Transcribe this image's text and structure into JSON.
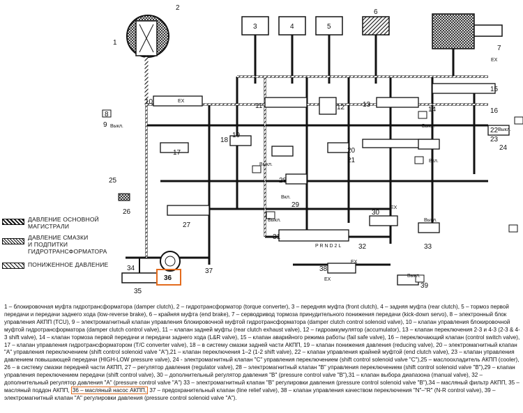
{
  "diagram": {
    "component_numbers": [
      "1",
      "2",
      "3",
      "4",
      "5",
      "6",
      "7",
      "8",
      "9",
      "10",
      "11",
      "12",
      "13",
      "14",
      "15",
      "16",
      "17",
      "18",
      "19",
      "20",
      "21",
      "22",
      "23",
      "24",
      "25",
      "26",
      "27",
      "28",
      "29",
      "30",
      "31",
      "32",
      "33",
      "34",
      "35",
      "36",
      "37",
      "38",
      "39"
    ],
    "valve_labels": {
      "vykl": "Выкл.",
      "vkl": "Вкл.",
      "ex": "EX",
      "prndl": "P R N D 2 L"
    },
    "highlighted_component": "36",
    "highlight_color": "#e36b1d"
  },
  "legend": {
    "items": [
      {
        "pattern": "hatch-dense",
        "lines": [
          "ДАВЛЕНИЕ ОСНОВНОЙ",
          "МАГИСТРАЛИ"
        ]
      },
      {
        "pattern": "crosshatch",
        "lines": [
          "ДАВЛЕНИЕ СМАЗКИ",
          "И ПОДПИТКИ",
          "ГИДРОТРАНСФОРМАТОРА"
        ]
      },
      {
        "pattern": "hatch-sparse",
        "lines": [
          "ПОНИЖЕННОЕ ДАВЛЕНИЕ"
        ]
      }
    ]
  },
  "caption": {
    "before_highlight": "1 – блокировочная муфта гидротрансформатора (damper clutch), 2 – гидротрансформатор (torque converter), 3 – передняя муфта (front clutch), 4 – задняя муфта (rear clutch), 5 – тормоз первой передачи и передачи заднего хода (low-reverse brake), 6 – крайняя муфта (end brake), 7 – серводривод тормоза принудительного понижения передачи (kick-down servo), 8 – электронный блок управления АКПП (TCU), 9 – электромагнитный клапан управления блокировочной муфтой гидротрансформатора (damper clutch control solenoid valve), 10 – клапан управления блокировочной муфтой гидротрансформатора (damper clutch control valve), 11 – клапан задней муфты (rear clutch exhaust valve), 12 – гидроаккумулятор (accumulator), 13 – клапан переключения 2-3 и 4-3 (2-3 & 4-3 shift valve), 14 – клапан тормоза первой передачи и передачи заднего хода (L&R valve), 15 – клапан аварийного режима работы (fail safe valve), 16 – переключающий клапан (control switch valve), 17 – клапан управления гидротрансформатором (T/C converter valve), 18 – в систему смазки задней части АКПП, 19 – клапан понижения давления (reducing valve), 20 – электромагнитный клапан \"A\" управления переключением (shift control solenoid valve \"A\"),21 – клапан переключения 1–2 (1-2 shift valve), 22 – клапан управления крайней муфтой (end clutch valve), 23 – клапан управления давлением повышающей передачи (HIGH-LOW pressure valve), 24 - электромагнитный клапан \"C\" управления переключением (shift control solenoid valve \"C\"),25 – маслоохладитель АКПП (cooler), 26 – в систему смазки передней части АКПП, 27 – регулятор давления (regulator valve), 28 – электромагнитный клапан \"B\" управления переключением (shift control solenoid valve \"B\"),29 – клапан управления переключением передачи (shift control valve), 30 – дополнительный регулятор давления \"B\" (pressure control valve \"B\"),31 – клапан выбора диапазона (manual valve), 32 – дополнительный регулятор давления \"A\" (pressure control valve \"A\") 33 – электромагнитный клапан \"B\" регулировки давления (pressure control solenoid valve \"B\"),34 – масляный фильтр АКПП, 35 – масляный поддон АКПП,",
    "highlight": "36 – масляный насос АКПП,",
    "after_highlight": "37 – предохранительный клапан (line relief valve), 38 – клапан управления качеством переключения \"N\"–\"R\" (N-R control valve), 39 – электромагнитный клапан \"A\" регулировки давления (pressure control solenoid valve \"A\")."
  }
}
